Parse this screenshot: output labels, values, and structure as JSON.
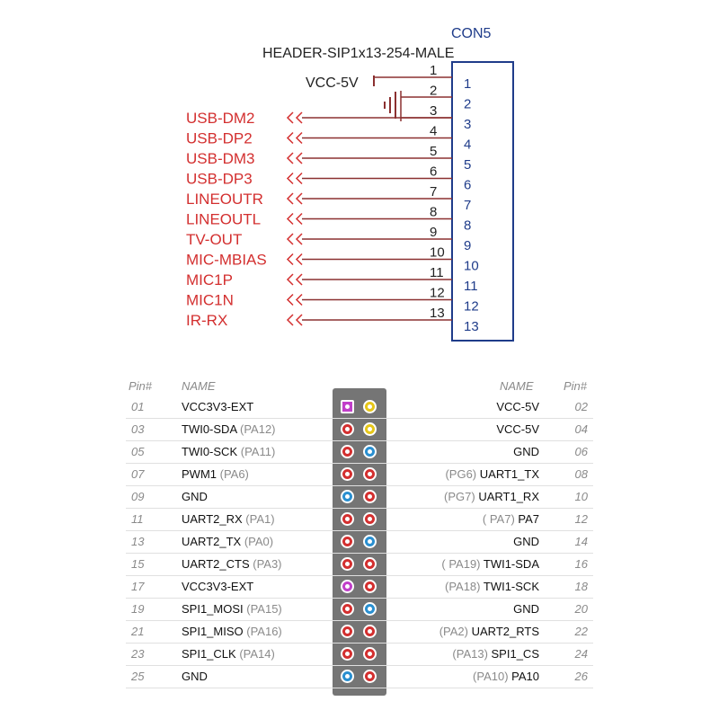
{
  "schematic": {
    "ref": "CON5",
    "part": "HEADER-SIP1x13-254-MALE",
    "power_label": "VCC-5V",
    "wire_numbers": [
      "1",
      "2",
      "3",
      "4",
      "5",
      "6",
      "7",
      "8",
      "9",
      "10",
      "11",
      "12",
      "13"
    ],
    "pin_numbers": [
      "1",
      "2",
      "3",
      "4",
      "5",
      "6",
      "7",
      "8",
      "9",
      "10",
      "11",
      "12",
      "13"
    ],
    "signals": [
      "USB-DM2",
      "USB-DP2",
      "USB-DM3",
      "USB-DP3",
      "LINEOUTR",
      "LINEOUTL",
      "TV-OUT",
      "MIC-MBIAS",
      "MIC1P",
      "MIC1N",
      "IR-RX"
    ],
    "colors": {
      "signal": "#d32f2f",
      "box": "#1f3c8a",
      "wire": "#8b3030"
    }
  },
  "pinout": {
    "headers": {
      "left_pin": "Pin#",
      "left_name": "NAME",
      "right_name": "NAME",
      "right_pin": "Pin#"
    },
    "colors": {
      "red": "#d32f2f",
      "yellow": "#e6c619",
      "blue": "#2a8fd0",
      "magenta": "#c13fc9"
    },
    "rows": [
      {
        "left_num": "01",
        "left_name": "VCC3V3-EXT",
        "left_gpio": "",
        "left_color": "magenta",
        "right_color": "yellow",
        "right_gpio": "",
        "right_name": "VCC-5V",
        "right_num": "02"
      },
      {
        "left_num": "03",
        "left_name": "TWI0-SDA",
        "left_gpio": "(PA12)",
        "left_color": "red",
        "right_color": "yellow",
        "right_gpio": "",
        "right_name": "VCC-5V",
        "right_num": "04"
      },
      {
        "left_num": "05",
        "left_name": "TWI0-SCK",
        "left_gpio": "(PA11)",
        "left_color": "red",
        "right_color": "blue",
        "right_gpio": "",
        "right_name": "GND",
        "right_num": "06"
      },
      {
        "left_num": "07",
        "left_name": "PWM1",
        "left_gpio": "(PA6)",
        "left_color": "red",
        "right_color": "red",
        "right_gpio": "(PG6)",
        "right_name": "UART1_TX",
        "right_num": "08"
      },
      {
        "left_num": "09",
        "left_name": "GND",
        "left_gpio": "",
        "left_color": "blue",
        "right_color": "red",
        "right_gpio": "(PG7)",
        "right_name": "UART1_RX",
        "right_num": "10"
      },
      {
        "left_num": "11",
        "left_name": "UART2_RX",
        "left_gpio": "(PA1)",
        "left_color": "red",
        "right_color": "red",
        "right_gpio": "( PA7)",
        "right_name": "PA7",
        "right_num": "12"
      },
      {
        "left_num": "13",
        "left_name": "UART2_TX",
        "left_gpio": "(PA0)",
        "left_color": "red",
        "right_color": "blue",
        "right_gpio": "",
        "right_name": "GND",
        "right_num": "14"
      },
      {
        "left_num": "15",
        "left_name": "UART2_CTS",
        "left_gpio": "(PA3)",
        "left_color": "red",
        "right_color": "red",
        "right_gpio": "( PA19)",
        "right_name": "TWI1-SDA",
        "right_num": "16"
      },
      {
        "left_num": "17",
        "left_name": "VCC3V3-EXT",
        "left_gpio": "",
        "left_color": "magenta",
        "right_color": "red",
        "right_gpio": "(PA18)",
        "right_name": "TWI1-SCK",
        "right_num": "18"
      },
      {
        "left_num": "19",
        "left_name": "SPI1_MOSI",
        "left_gpio": "(PA15)",
        "left_color": "red",
        "right_color": "blue",
        "right_gpio": "",
        "right_name": "GND",
        "right_num": "20"
      },
      {
        "left_num": "21",
        "left_name": "SPI1_MISO",
        "left_gpio": "(PA16)",
        "left_color": "red",
        "right_color": "red",
        "right_gpio": "(PA2)",
        "right_name": "UART2_RTS",
        "right_num": "22"
      },
      {
        "left_num": "23",
        "left_name": "SPI1_CLK",
        "left_gpio": "(PA14)",
        "left_color": "red",
        "right_color": "red",
        "right_gpio": "(PA13)",
        "right_name": "SPI1_CS",
        "right_num": "24"
      },
      {
        "left_num": "25",
        "left_name": "GND",
        "left_gpio": "",
        "left_color": "blue",
        "right_color": "red",
        "right_gpio": "(PA10)",
        "right_name": "PA10",
        "right_num": "26"
      }
    ]
  }
}
